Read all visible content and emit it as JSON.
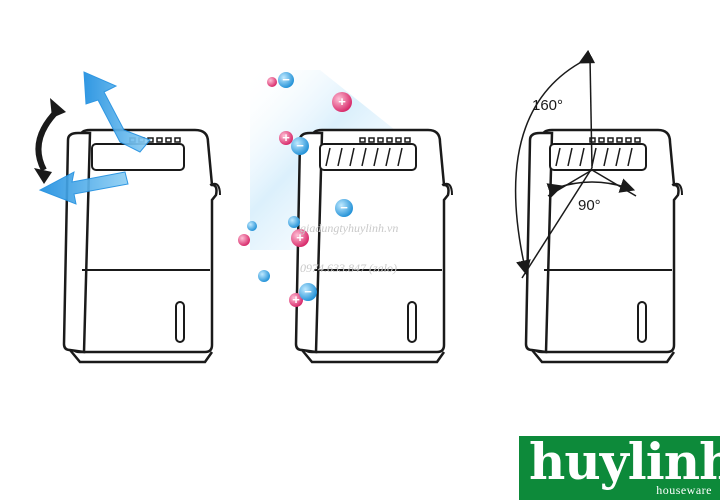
{
  "angles": {
    "vertical": "160°",
    "horizontal": "90°"
  },
  "watermark": {
    "site": "giadungtyhuylinh.vn",
    "phone": "0974.633.847 (zalo)"
  },
  "logo": {
    "brand": "huylinh",
    "sub": "houseware",
    "color": "#0d8a3a"
  },
  "ions": {
    "positive_symbol": "+",
    "negative_symbol": "−",
    "positive_color": "#e8427a",
    "negative_color": "#35a9e6"
  },
  "airflow_color": "#3aa6e8"
}
